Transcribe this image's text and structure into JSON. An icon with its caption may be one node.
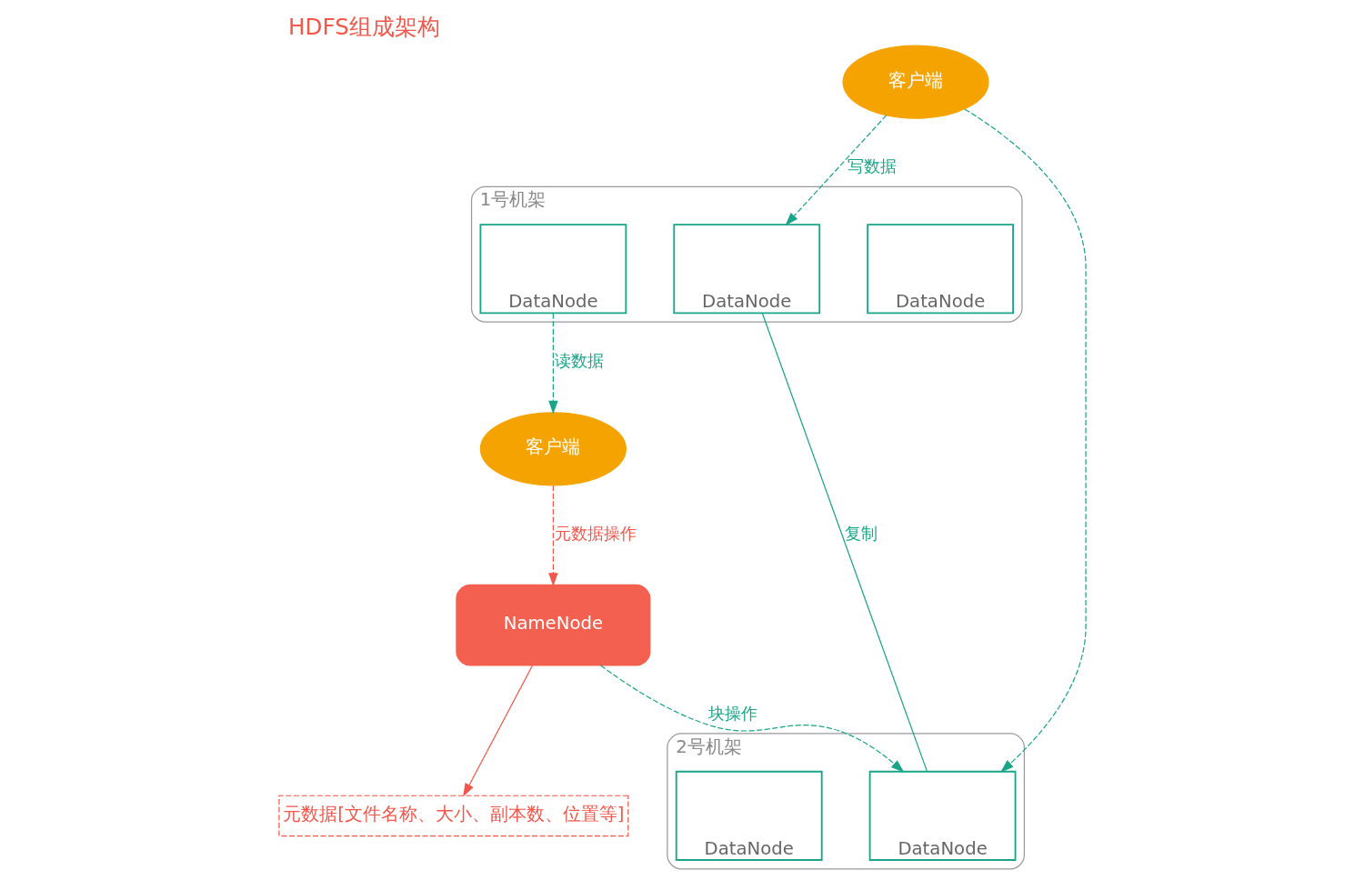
{
  "diagram": {
    "title": "HDFS组成架构",
    "nodes": [
      {
        "text": [
          "客户端"
        ]
      },
      {
        "text": [
          "NameNode"
        ]
      },
      {
        "text": [
          "元数据[文件名称、大小、副本数、位置等]"
        ]
      },
      {
        "text": [
          "1号机架"
        ]
      },
      {
        "text": [
          "DataNode"
        ],
        "in": 3
      },
      {
        "text": [
          "DataNode"
        ],
        "in": 3
      },
      {
        "text": [
          "DataNode"
        ],
        "in": 3
      },
      {
        "text": [
          "2号机架"
        ]
      },
      {
        "text": [
          "DataNode"
        ],
        "in": 7
      },
      {
        "text": [
          "DataNode"
        ],
        "in": 7
      },
      {
        "text": [
          "客户端"
        ]
      }
    ],
    "edges": [
      {
        "from": 0,
        "to": 1,
        "arrow": "to",
        "label": "元数据操作",
        "style": "dashed",
        "color": "#f4564a"
      },
      {
        "from": 1,
        "to": 2,
        "arrow": "to",
        "color": "#f4564a"
      },
      {
        "from": 5,
        "to": 0,
        "arrow": "to",
        "label": "读数据",
        "style": "dashed"
      },
      {
        "from": 1,
        "to": 8,
        "arrow": "to",
        "label": "块操作",
        "style": "dashed"
      },
      {
        "from": 6,
        "to": 8,
        "arrow": "none",
        "label": "复制"
      },
      {
        "from": 10,
        "to": 6,
        "arrow": "to",
        "label": "写数据",
        "style": "dashed"
      },
      {
        "from": 10,
        "to": 8,
        "arrow": "to",
        "style": "dashed"
      }
    ]
  }
}
